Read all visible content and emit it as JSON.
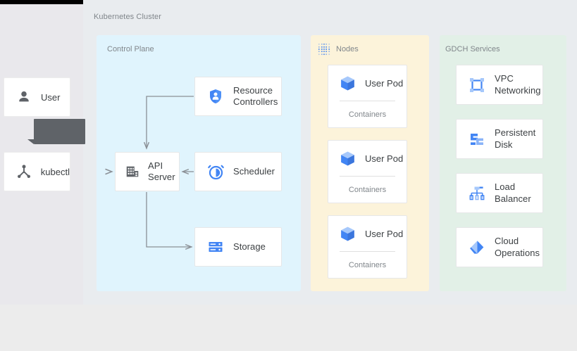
{
  "diagram": {
    "cluster_label": "Kubernetes Cluster"
  },
  "actors": [
    {
      "name": "user",
      "label": "User",
      "icon": "person-icon"
    },
    {
      "name": "kubectl",
      "label": "kubectl",
      "icon": "kubectl-icon"
    }
  ],
  "panels": {
    "control_plane": {
      "title": "Control Plane",
      "background": "#e0f4fd",
      "cards": [
        {
          "name": "resource-controllers",
          "label": "Resource Controllers",
          "icon": "shield-person-icon"
        },
        {
          "name": "api-server",
          "label": "API Server",
          "icon": "building-grid-icon"
        },
        {
          "name": "scheduler",
          "label": "Scheduler",
          "icon": "alarm-clock-icon"
        },
        {
          "name": "storage",
          "label": "Storage",
          "icon": "server-stack-icon"
        }
      ]
    },
    "nodes": {
      "title": "Nodes",
      "icon": "dotted-grid-icon",
      "background": "#fcf3da",
      "pods": [
        {
          "label": "User Pod",
          "sublabel": "Containers",
          "icon": "cube-icon"
        },
        {
          "label": "User Pod",
          "sublabel": "Containers",
          "icon": "cube-icon"
        },
        {
          "label": "User Pod",
          "sublabel": "Containers",
          "icon": "cube-icon"
        }
      ]
    },
    "gdch_services": {
      "title": "GDCH Services",
      "background": "#e2f0e7",
      "cards": [
        {
          "name": "vpc-networking",
          "label": "VPC Networking",
          "icon": "vpc-network-icon"
        },
        {
          "name": "persistent-disk",
          "label": "Persistent Disk",
          "icon": "persistent-disk-icon"
        },
        {
          "name": "load-balancer",
          "label": "Load Balancer",
          "icon": "load-balancer-icon"
        },
        {
          "name": "cloud-operations",
          "label": "Cloud Operations",
          "icon": "cloud-operations-icon"
        }
      ]
    }
  },
  "colors": {
    "accent_blue": "#4285f4",
    "icon_gray": "#5f6368",
    "label_gray": "#80868b",
    "edge_gray": "#80868b"
  }
}
